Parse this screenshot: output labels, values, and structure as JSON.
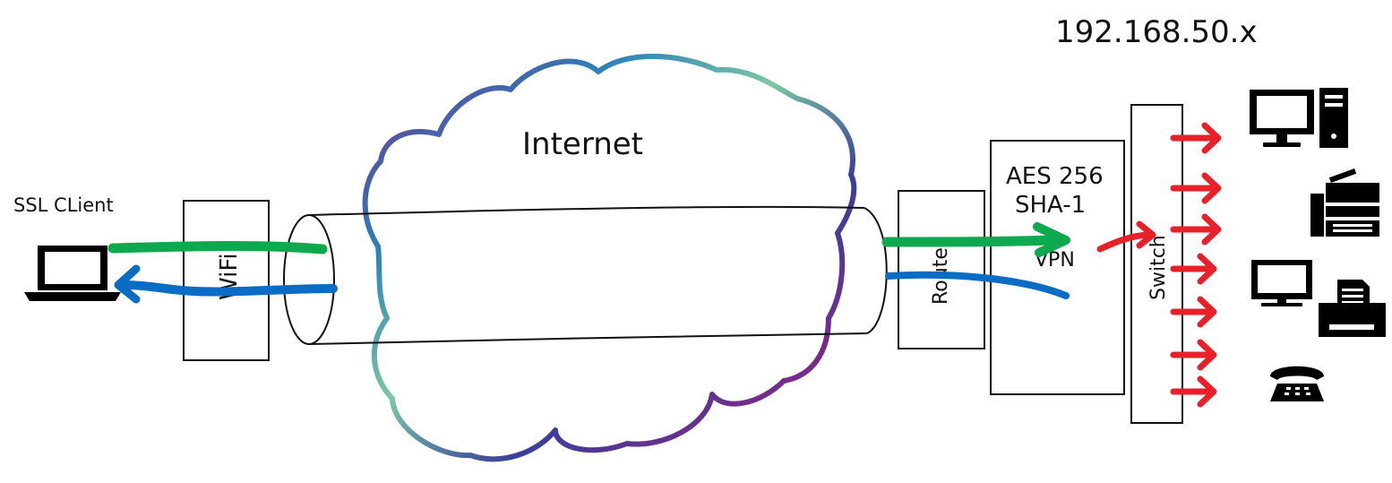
{
  "labels": {
    "subnet": "192.168.50.x",
    "internet": "Internet",
    "ssl_client": "SSL CLient",
    "wifi": "WiFi",
    "router": "Router",
    "aes": "AES 256",
    "sha": "SHA-1",
    "vpn": "VPN",
    "switch": "Switch"
  },
  "icons": [
    "laptop-icon",
    "desktop-computer-icon",
    "multifunction-printer-icon",
    "monitor-icon",
    "fax-printer-icon",
    "telephone-icon"
  ],
  "colors": {
    "outbound_traffic": "#0ea84e",
    "return_traffic": "#0a6cc4",
    "lan_traffic": "#e8202a",
    "cloud_gradient": [
      "#2c7fb8",
      "#7cc8a4",
      "#3a3f9a",
      "#7a2a8a"
    ],
    "ink": "#111111"
  }
}
